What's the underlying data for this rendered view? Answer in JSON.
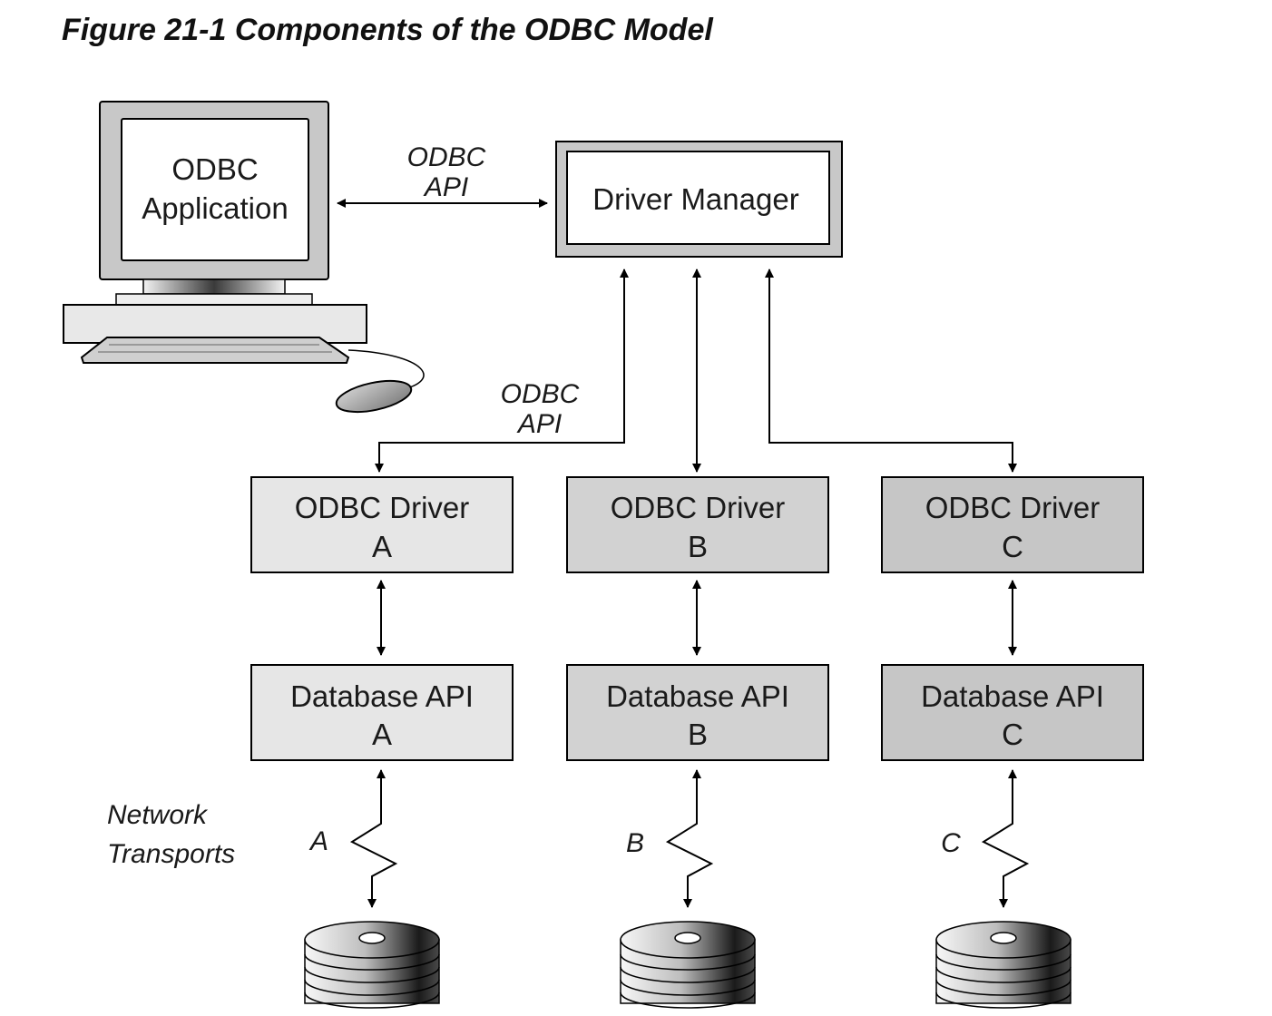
{
  "figure": {
    "title": "Figure 21-1 Components of the ODBC Model"
  },
  "application": {
    "line1": "ODBC",
    "line2": "Application"
  },
  "driver_manager": {
    "label": "Driver Manager"
  },
  "api_labels": {
    "top_line1": "ODBC",
    "top_line2": "API",
    "left_line1": "ODBC",
    "left_line2": "API"
  },
  "drivers": [
    {
      "line1": "ODBC Driver",
      "line2": "A",
      "fill": "#e6e6e6"
    },
    {
      "line1": "ODBC Driver",
      "line2": "B",
      "fill": "#d2d2d2"
    },
    {
      "line1": "ODBC Driver",
      "line2": "C",
      "fill": "#c6c6c6"
    }
  ],
  "database_apis": [
    {
      "line1": "Database API",
      "line2": "A",
      "fill": "#e6e6e6"
    },
    {
      "line1": "Database API",
      "line2": "B",
      "fill": "#d2d2d2"
    },
    {
      "line1": "Database API",
      "line2": "C",
      "fill": "#c6c6c6"
    }
  ],
  "network": {
    "line1": "Network",
    "line2": "Transports",
    "transports": [
      "A",
      "B",
      "C"
    ]
  },
  "icons": {
    "computer": "computer-icon",
    "database": "database-disk-icon",
    "network": "network-transport-icon"
  }
}
